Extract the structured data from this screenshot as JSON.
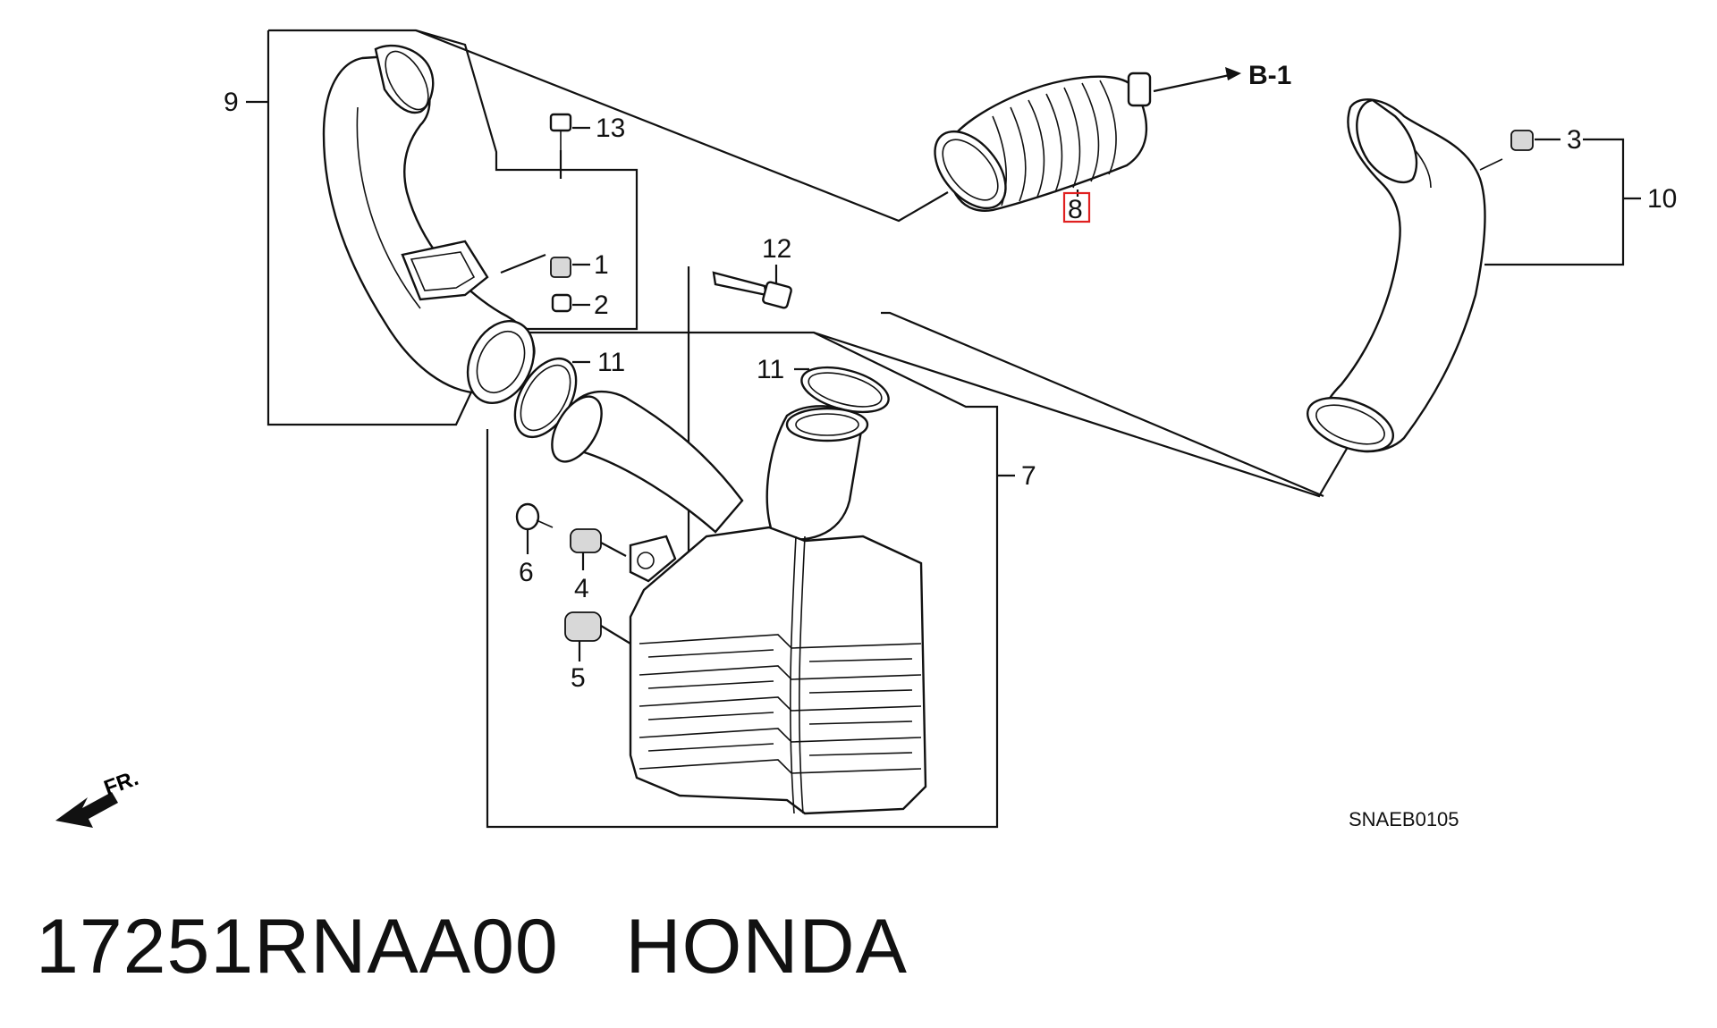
{
  "callouts": {
    "n1": "1",
    "n2": "2",
    "n3": "3",
    "n4": "4",
    "n5": "5",
    "n6": "6",
    "n7": "7",
    "n8": "8",
    "n9": "9",
    "n10": "10",
    "n11a": "11",
    "n11b": "11",
    "n12": "12",
    "n13": "13"
  },
  "reference": "B-1",
  "direction_label": "FR.",
  "diagram_code": "SNAEB0105",
  "caption": "17251RNAA00   HONDA",
  "highlight_color": "#e02020"
}
